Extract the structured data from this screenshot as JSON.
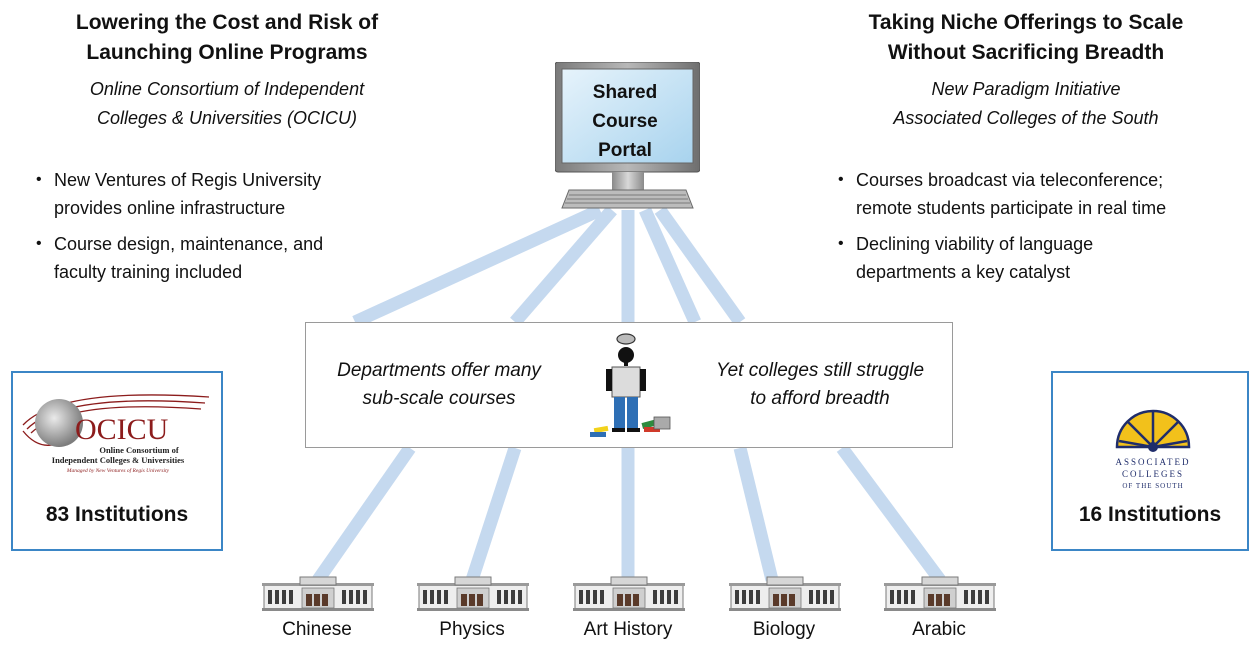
{
  "left": {
    "title_line1": "Lowering the Cost and Risk of",
    "title_line2": "Launching Online Programs",
    "subtitle_line1": "Online Consortium of Independent",
    "subtitle_line2": "Colleges & Universities (OCICU)",
    "bullets": [
      {
        "line1": "New Ventures of Regis University",
        "line2": "provides online infrastructure"
      },
      {
        "line1": "Course design, maintenance, and",
        "line2": "faculty training included"
      }
    ]
  },
  "right": {
    "title_line1": "Taking Niche Offerings to Scale",
    "title_line2": "Without Sacrificing Breadth",
    "subtitle_line1": "New Paradigm Initiative",
    "subtitle_line2": "Associated Colleges of the South",
    "bullets": [
      {
        "line1": "Courses broadcast via teleconference;",
        "line2": "remote students participate in real time"
      },
      {
        "line1": "Declining viability of language",
        "line2": "departments a key catalyst"
      }
    ]
  },
  "portal": {
    "line1": "Shared",
    "line2": "Course",
    "line3": "Portal"
  },
  "center": {
    "left_line1": "Departments offer many",
    "left_line2": "sub-scale courses",
    "right_line1": "Yet colleges still struggle",
    "right_line2": "to afford breadth"
  },
  "ocicu": {
    "logo_wordmark": "OCICU",
    "logo_line1": "Online Consortium of",
    "logo_line2": "Independent Colleges & Universities",
    "logo_line3": "Managed by New Ventures of Regis University",
    "count_label": "83 Institutions"
  },
  "acs": {
    "logo_line1": "ASSOCIATED",
    "logo_line2": "COLLEGES",
    "logo_line3": "OF THE SOUTH",
    "count_label": "16 Institutions"
  },
  "colleges": [
    {
      "name": "Chinese"
    },
    {
      "name": "Physics"
    },
    {
      "name": "Art History"
    },
    {
      "name": "Biology"
    },
    {
      "name": "Arabic"
    }
  ],
  "colors": {
    "link": "#c5d9ef",
    "accent": "#3b86c6",
    "ocicu_red": "#8c1c1c",
    "acs_gold": "#f2c11b",
    "acs_navy": "#1f2d6b"
  }
}
